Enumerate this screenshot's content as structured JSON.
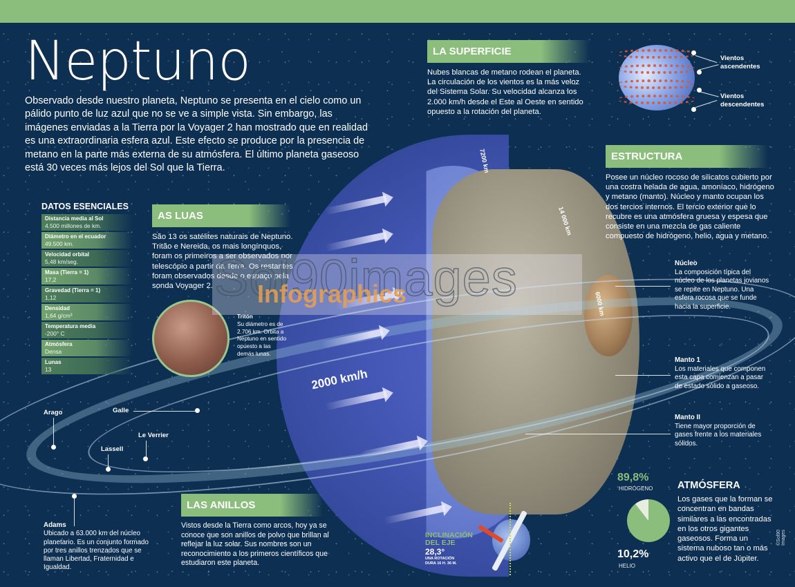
{
  "header": {
    "title": "Neptuno",
    "intro": "Observado desde nuestro planeta, Neptuno se presenta en el cielo como un pálido punto de luz azul que no se ve a simple vista. Sin embargo, las imágenes enviadas a la Tierra por la Voyager 2 han mostrado que en realidad es una extraordinaria esfera azul. Este efecto se produce por la presencia de metano en la parte más externa de su atmósfera. El último planeta gaseoso está 30 veces más lejos del Sol que la Tierra."
  },
  "datos": {
    "title": "DATOS ESENCIALES",
    "rows": [
      {
        "label": "Distancia media al Sol",
        "value": "4.500 millones de km."
      },
      {
        "label": "Diámetro en el ecuador",
        "value": "49.500 km."
      },
      {
        "label": "Velocidad orbital",
        "value": "5,48 km/seg."
      },
      {
        "label": "Masa (Tierra = 1)",
        "value": "17,2"
      },
      {
        "label": "Gravedad (Tierra = 1)",
        "value": "1,12"
      },
      {
        "label": "Densidad",
        "value": "1,64 g/cm³"
      },
      {
        "label": "Temperatura media",
        "value": "-200° C"
      },
      {
        "label": "Atmósfera",
        "value": "Densa"
      },
      {
        "label": "Lunas",
        "value": "13"
      }
    ]
  },
  "luas": {
    "title": "AS LUAS",
    "text": "São 13 os satélites naturais de Neptuno. Tritão e Nereida, os mais longínquos, foram os primeiros a ser observados por telescópio a partir da Terra. Os restantes foram observados desde o espaço pela sonda Voyager 2.",
    "triton_title": "Tritón",
    "triton_text": "Su diámetro es de 2.706 km. Orbita a Neptuno en sentido opuesto a las demás lunas."
  },
  "superficie": {
    "title": "LA SUPERFICIE",
    "text": "Nubes blancas de metano rodean el planeta. La circulación de los vientos es la más veloz del Sistema Solar. Su velocidad alcanza los 2.000 km/h desde el Este al Oeste en sentido opuesto a la rotación del planeta.",
    "vientos_up": "Vientos ascendentes",
    "vientos_down": "Vientos descendentes"
  },
  "estructura": {
    "title": "ESTRUCTURA",
    "text": "Posee un núcleo rocoso de silicatos cubierto por una costra helada de agua, amoníaco, hidrógeno y metano (manto). Núcleo y manto ocupan los dos tercios internos. El tercio exterior que lo recubre es una atmósfera gruesa y espesa que consiste en una mezcla de gas caliente compuesto de hidrógeno, helio, agua y metano.",
    "nucleo_title": "Núcleo",
    "nucleo_text": "La composición típica del núcleo de los planetas jovianos se repite en Neptuno. Una esfera rocosa que se funde hacia la superficie.",
    "manto1_title": "Manto 1",
    "manto1_text": "Los materiales que componen esta capa comienzan a pasar de estado sólido a gaseoso.",
    "manto2_title": "Manto II",
    "manto2_text": "Tiene mayor proporción de gases frente a los materiales sólidos."
  },
  "diagram": {
    "dim_outer": "7200 km",
    "dim_mantle": "14 000 km",
    "dim_core": "6000 km",
    "wind_speed": "2000 km/h"
  },
  "anillos": {
    "title": "LAS ANILLOS",
    "text": "Vistos desde la Tierra como arcos, hoy ya se conoce que son anillos de polvo que brillan al reflejar la luz solar. Sus nombres son un reconocimiento a los primeros científicos que estudiaron este planeta.",
    "names": {
      "arago": "Arago",
      "galle": "Galle",
      "le_verrier": "Le Verrier",
      "lassell": "Lassell",
      "adams": "Adams"
    },
    "adams_text": "Ubicado a 63.000 km del núcleo planetario. Es un conjunto formado por tres anillos trenzados que se llaman Libertad, Fraternidad e Igualdad."
  },
  "inclinacion": {
    "title_line1": "INCLINACIÓN",
    "title_line2": "DEL EJE",
    "degrees": "28,3°",
    "rotation_line1": "UNA ROTACIÓN",
    "rotation_line2": "DURA 16 H. 36 M."
  },
  "atmosfera": {
    "title": "ATMÓSFERA",
    "text": "Los gases que la forman se concentran en bandas similares a las encontradas en los otros gigantes gaseosos. Forma un sistema nuboso tan o más activo que el de Júpiter.",
    "hydrogen_pct": "89,8%",
    "hydrogen_label": "HIDRÓGENO",
    "helium_pct": "10,2%",
    "helium_label": "HELIO",
    "colors": {
      "hydrogen": "#8bbd7c",
      "helium": "#e7eee0"
    }
  },
  "credit": "©Sol90 Images",
  "watermark": {
    "back": "Sol90images",
    "front": "Infographics"
  },
  "colors": {
    "accent_green": "#8bbd7c",
    "background": "#0d2f52"
  }
}
